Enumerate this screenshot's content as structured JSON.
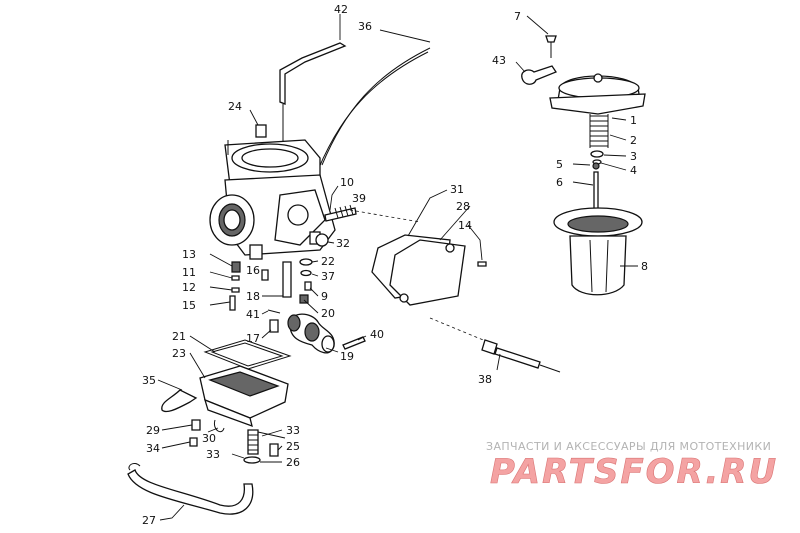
{
  "diagram": {
    "callouts": [
      "1",
      "2",
      "3",
      "4",
      "5",
      "6",
      "7",
      "8",
      "9",
      "10",
      "11",
      "12",
      "13",
      "14",
      "15",
      "16",
      "17",
      "18",
      "19",
      "20",
      "21",
      "22",
      "23",
      "24",
      "25",
      "26",
      "27",
      "28",
      "29",
      "30",
      "31",
      "32",
      "33",
      "33",
      "34",
      "35",
      "36",
      "37",
      "38",
      "39",
      "40",
      "41",
      "42",
      "43"
    ]
  },
  "watermark": {
    "caption": "ЗАПЧАСТИ И АКСЕССУАРЫ ДЛЯ МОТОТЕХНИКИ",
    "logo": "PARTSFOR.RU",
    "logo_color": "#f4a3a3"
  }
}
